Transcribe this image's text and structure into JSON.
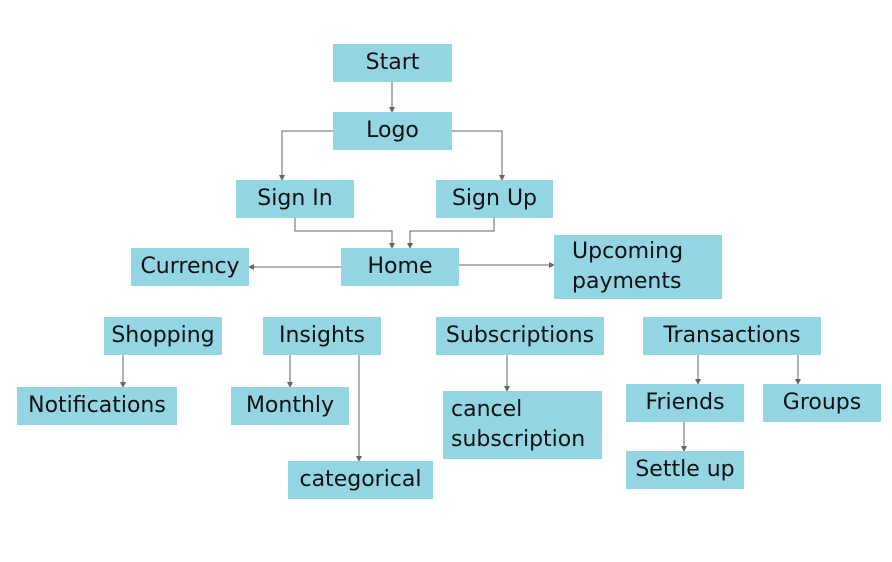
{
  "colors": {
    "node": "#93d5e2",
    "edge": "#666666",
    "text": "#111111"
  },
  "nodes": {
    "start": "Start",
    "logo": "Logo",
    "signin": "Sign In",
    "signup": "Sign Up",
    "home": "Home",
    "currency": "Currency",
    "upcoming_line1": "Upcoming",
    "upcoming_line2": "payments",
    "shopping": "Shopping",
    "notifications": "Notifications",
    "insights": "Insights",
    "monthly": "Monthly",
    "categorical": "categorical",
    "subscriptions": "Subscriptions",
    "cancel_line1": "cancel",
    "cancel_line2": "subscription",
    "transactions": "Transactions",
    "friends": "Friends",
    "groups": "Groups",
    "settleup": "Settle up"
  },
  "edges": [
    [
      "start",
      "logo"
    ],
    [
      "logo",
      "signin"
    ],
    [
      "logo",
      "signup"
    ],
    [
      "signin",
      "home"
    ],
    [
      "signup",
      "home"
    ],
    [
      "home",
      "currency"
    ],
    [
      "home",
      "upcoming"
    ],
    [
      "shopping",
      "notifications"
    ],
    [
      "insights",
      "monthly"
    ],
    [
      "insights",
      "categorical"
    ],
    [
      "subscriptions",
      "cancel"
    ],
    [
      "transactions",
      "friends"
    ],
    [
      "transactions",
      "groups"
    ],
    [
      "friends",
      "settleup"
    ]
  ]
}
